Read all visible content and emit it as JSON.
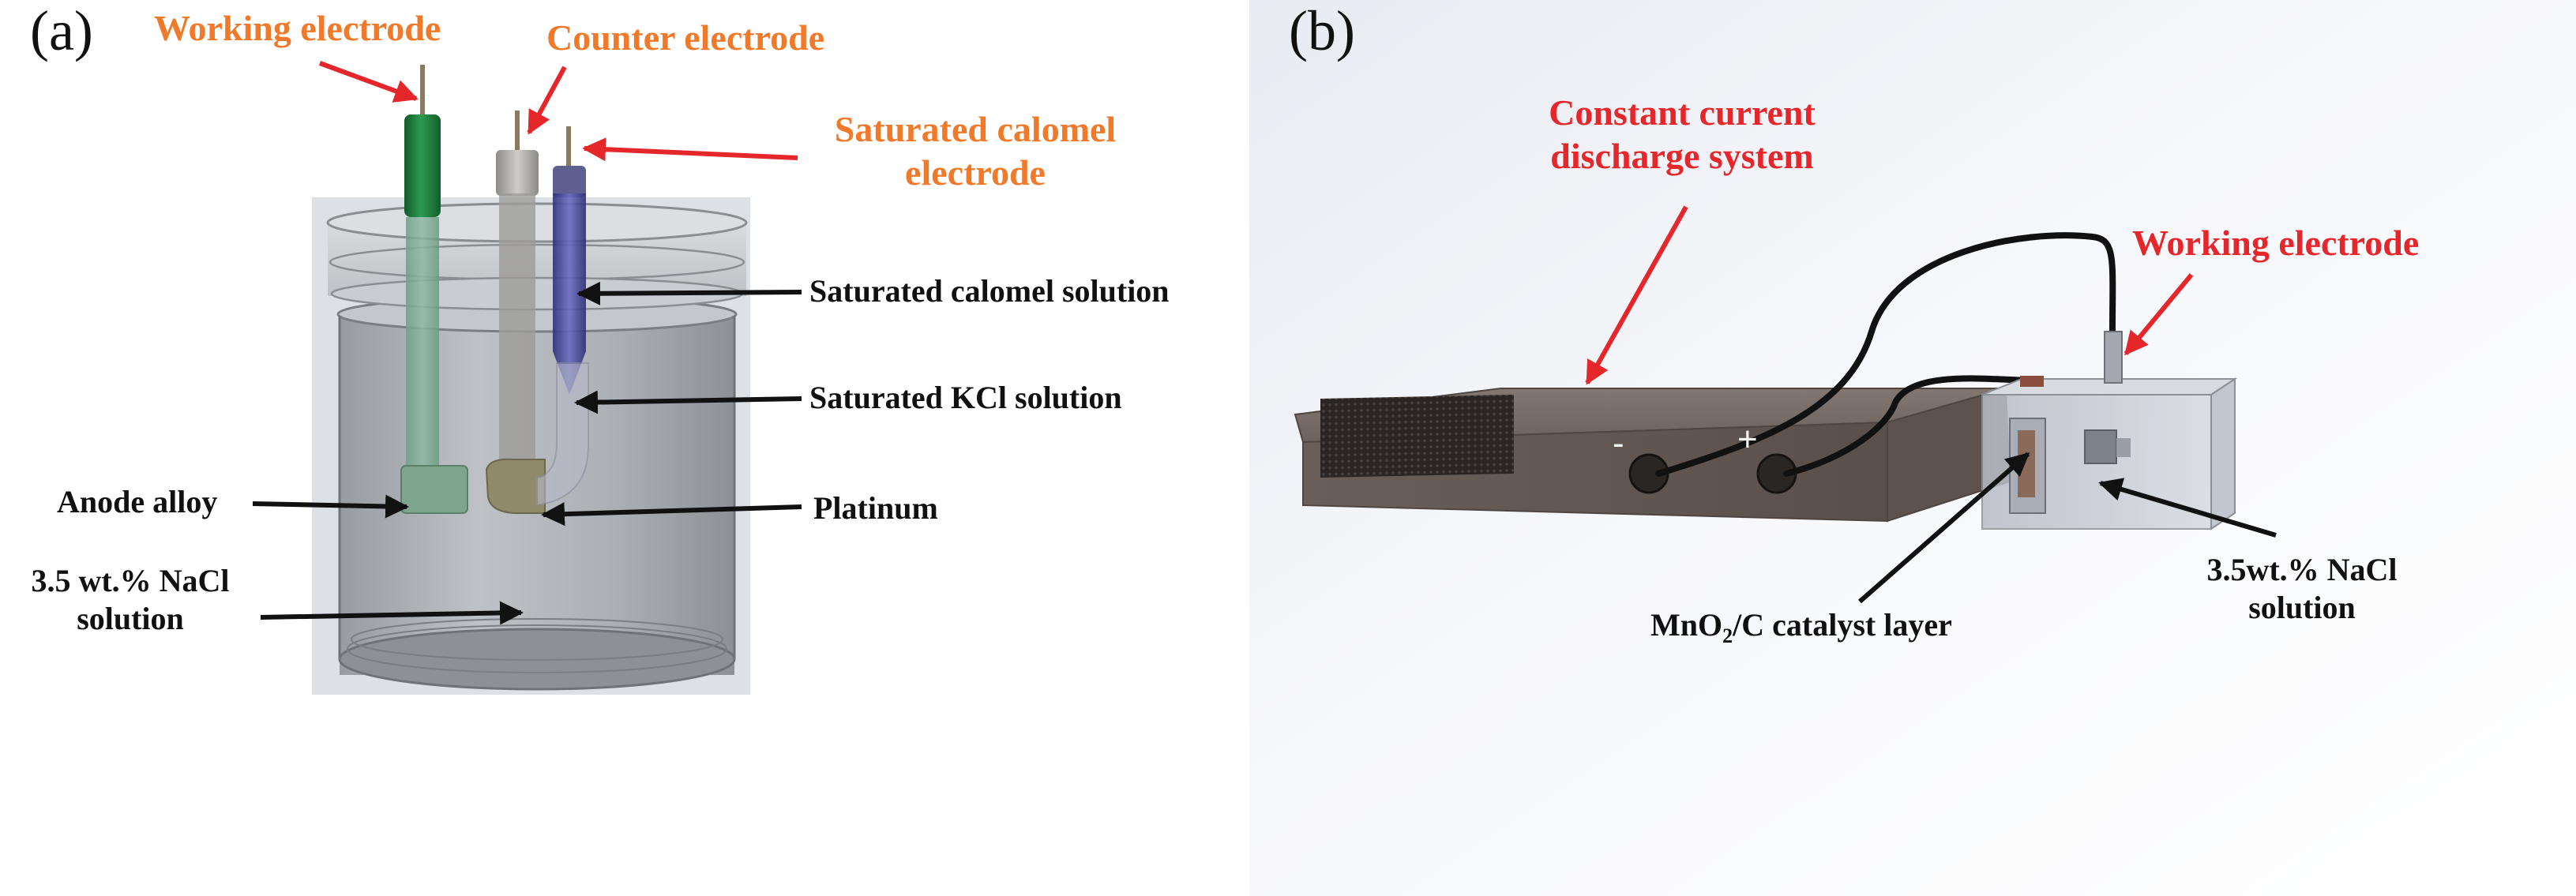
{
  "panel_a": {
    "tag": "(a)",
    "working_electrode": "Working electrode",
    "counter_electrode": "Counter electrode",
    "sce_line1": "Saturated calomel",
    "sce_line2": "electrode",
    "saturated_calomel_solution": "Saturated calomel solution",
    "saturated_kcl_solution": "Saturated KCl solution",
    "anode_alloy": "Anode alloy",
    "platinum": "Platinum",
    "nacl_line1": "3.5 wt.% NaCl",
    "nacl_line2": "solution"
  },
  "panel_b": {
    "tag": "(b)",
    "discharge_line1": "Constant current",
    "discharge_line2": "discharge system",
    "working_electrode": "Working electrode",
    "minus_sign": "-",
    "plus_sign": "+",
    "catalyst_prefix": "MnO",
    "catalyst_sub": "2",
    "catalyst_suffix": "/C catalyst layer",
    "nacl_line1": "3.5wt.% NaCl",
    "nacl_line2": "solution"
  },
  "colors": {
    "orange_label": "#f07a2a",
    "red_label": "#e5262b",
    "arrow_red": "#e5262b",
    "arrow_black": "#111111",
    "green_electrode": "#1f7a3c",
    "blue_sce": "#3d3f96",
    "device_body": "#6e625c"
  }
}
